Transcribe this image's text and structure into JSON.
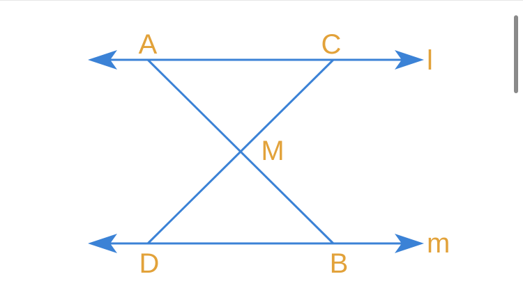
{
  "colors": {
    "line": "#3b82d6",
    "label": "#e2a23a"
  },
  "diagram": {
    "lines": [
      {
        "name": "l",
        "label": "l"
      },
      {
        "name": "m",
        "label": "m"
      }
    ],
    "points": [
      {
        "name": "A",
        "label": "A"
      },
      {
        "name": "C",
        "label": "C"
      },
      {
        "name": "M",
        "label": "M"
      },
      {
        "name": "D",
        "label": "D"
      },
      {
        "name": "B",
        "label": "B"
      }
    ],
    "segments": [
      {
        "from": "A",
        "to": "B"
      },
      {
        "from": "C",
        "to": "D"
      }
    ]
  }
}
